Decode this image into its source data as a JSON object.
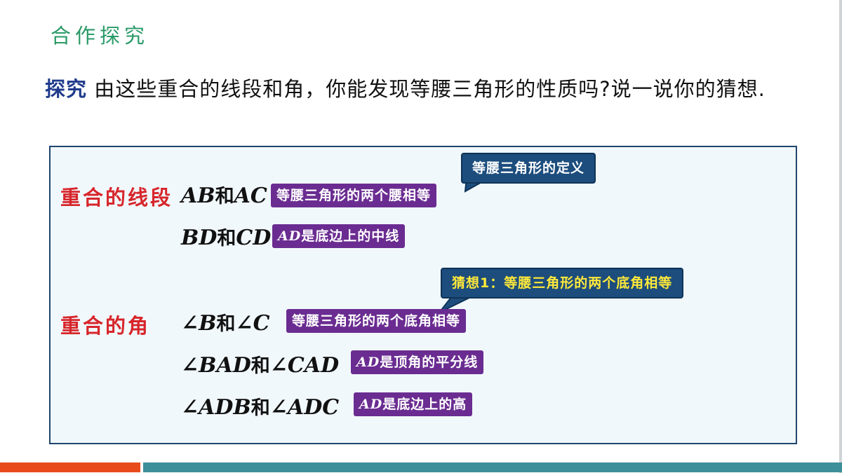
{
  "section_title": "合作探究",
  "intro": {
    "keyword": "探究",
    "text": " 由这些重合的线段和角，你能发现等腰三角形的性质吗?说一说你的猜想."
  },
  "segments": {
    "label": "重合的线段",
    "rows": [
      {
        "left": "AB",
        "he": "和",
        "right": "AC",
        "tag_pre": "",
        "tag_text": "等腰三角形的两个腰相等"
      },
      {
        "left": "BD",
        "he": "和",
        "right": "CD",
        "tag_pre": "AD",
        "tag_text": "是底边上的中线"
      }
    ]
  },
  "angles": {
    "label": "重合的角",
    "rows": [
      {
        "left": "∠B",
        "he": "和",
        "right": "∠C",
        "tag_pre": "",
        "tag_text": "等腰三角形的两个底角相等"
      },
      {
        "left": "∠BAD",
        "he": "和",
        "right": "∠CAD",
        "tag_pre": "AD",
        "tag_text": "是顶角的平分线"
      },
      {
        "left": "∠ADB",
        "he": "和",
        "right": "∠ADC",
        "tag_pre": "AD",
        "tag_text": "是底边上的高"
      }
    ]
  },
  "callouts": {
    "definition": "等腰三角形的定义",
    "conjecture": "猜想1：等腰三角形的两个底角相等"
  },
  "colors": {
    "title_green": "#2a9a68",
    "keyword_blue": "#1f3b8c",
    "label_red": "#d7262b",
    "tag_purple": "#6a2c91",
    "callout_blue": "#1c4d7d",
    "callout_yellow_text": "#ffe93a",
    "bar_orange": "#e84a1c",
    "bar_teal": "#3d8f99"
  }
}
